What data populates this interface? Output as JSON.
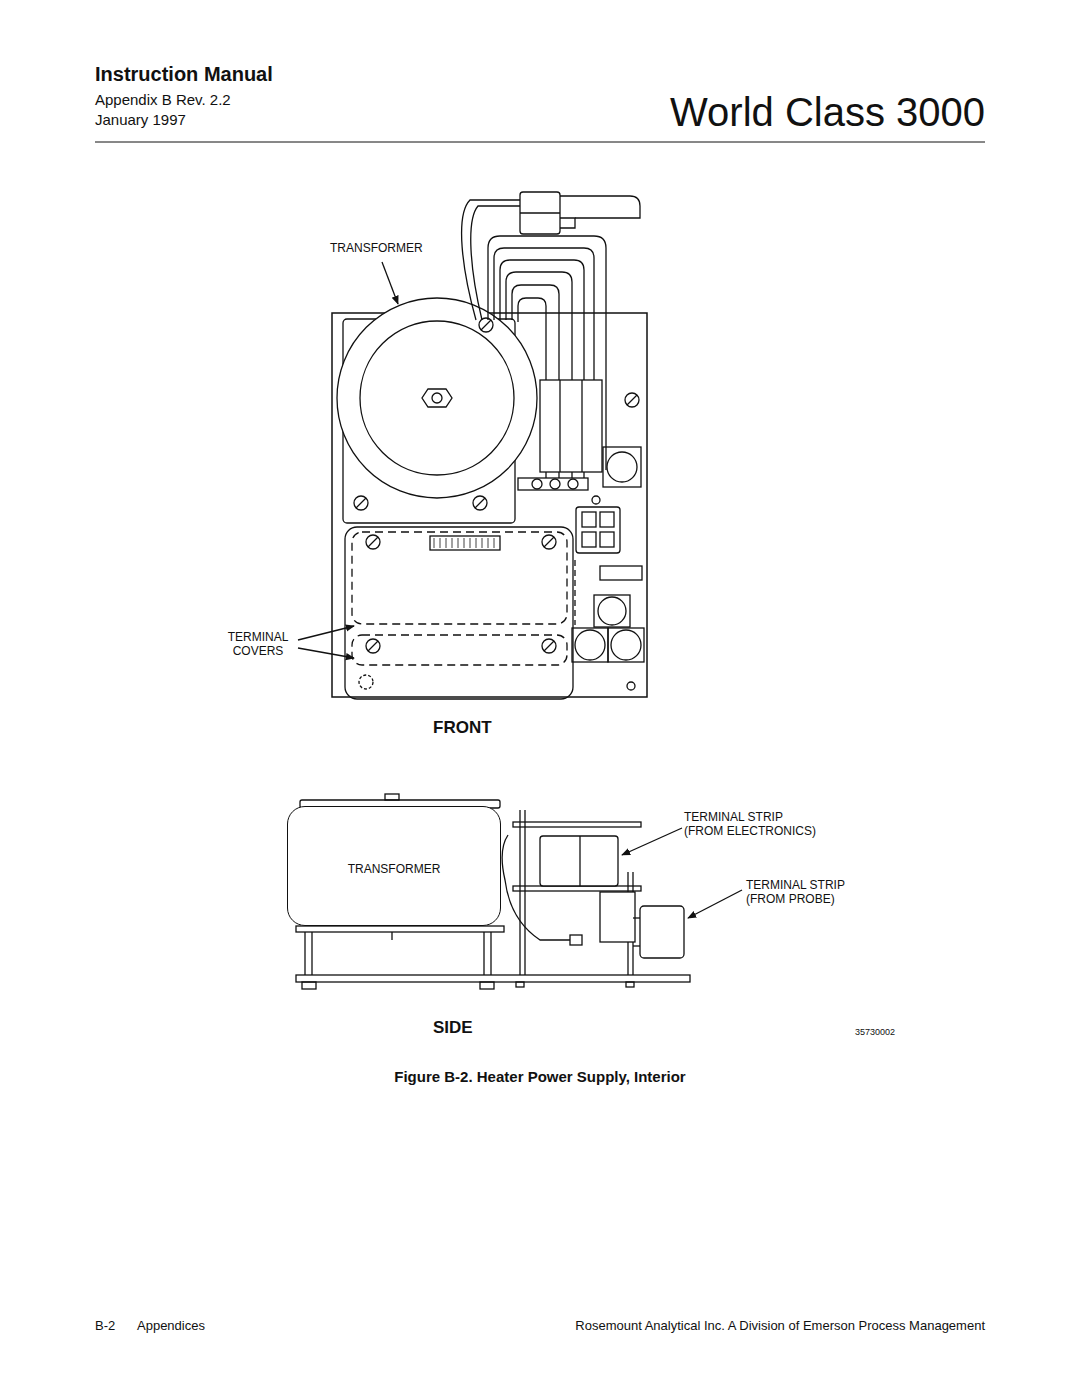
{
  "diagram": {
    "caption": "Figure B-2. Heater Power Supply, Interior",
    "nodes": [
      {
        "text": [
          "TRANSFORMER"
        ]
      }
    ],
    "edges": [],
    "labels": [
      "Instruction Manual",
      "Appendix B Rev. 2.2",
      "January 1997",
      "World Class 3000",
      "TRANSFORMER",
      "TERMINAL COVERS",
      "FRONT",
      "TERMINAL STRIP (FROM ELECTRONICS)",
      "TERMINAL STRIP (FROM PROBE)",
      "SIDE",
      "35730002",
      "B-2",
      "Appendices",
      "Rosemount Analytical Inc. A Division of Emerson Process Management"
    ]
  }
}
